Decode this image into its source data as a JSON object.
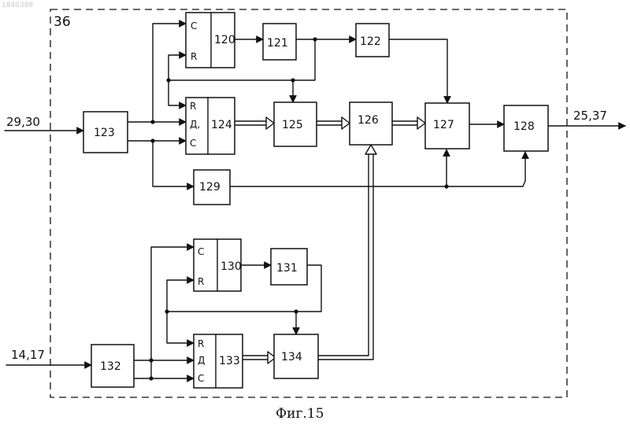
{
  "watermark": "1840388",
  "frame_label": "36",
  "caption": "Фиг.15",
  "io": {
    "in_top": "29,30",
    "in_bottom": "14,17",
    "out": "25,37"
  },
  "blocks": {
    "b120": {
      "num": "120",
      "pins": [
        "C",
        "R"
      ]
    },
    "b121": {
      "num": "121"
    },
    "b122": {
      "num": "122"
    },
    "b123": {
      "num": "123"
    },
    "b124": {
      "num": "124",
      "pins": [
        "R",
        "Д,",
        "C"
      ]
    },
    "b125": {
      "num": "125"
    },
    "b126": {
      "num": "126"
    },
    "b127": {
      "num": "127"
    },
    "b128": {
      "num": "128"
    },
    "b129": {
      "num": "129"
    },
    "b130": {
      "num": "130",
      "pins": [
        "C",
        "R"
      ]
    },
    "b131": {
      "num": "131"
    },
    "b132": {
      "num": "132"
    },
    "b133": {
      "num": "133",
      "pins": [
        "R",
        "Д",
        "C"
      ]
    },
    "b134": {
      "num": "134"
    }
  }
}
